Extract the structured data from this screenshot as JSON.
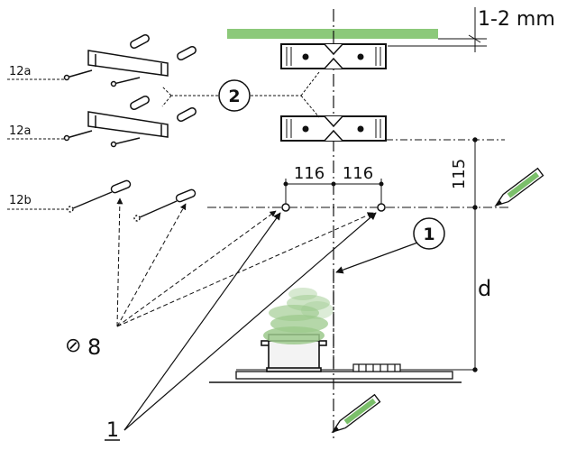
{
  "labels": {
    "gap": "1-2 mm",
    "bracket_upper": "12a",
    "bracket_lower": "12a",
    "plug": "12b",
    "callout_2": "2",
    "callout_1": "1",
    "dim_left": "116",
    "dim_right": "116",
    "dim_vertical": "115",
    "distance": "d",
    "drill": "8",
    "drill_symbol": "⊘",
    "part_1": "1"
  },
  "colors": {
    "ceiling": "#8cc97a",
    "steam": "#9cc98c",
    "line": "#111111",
    "pencil": "#7bbf6a"
  }
}
